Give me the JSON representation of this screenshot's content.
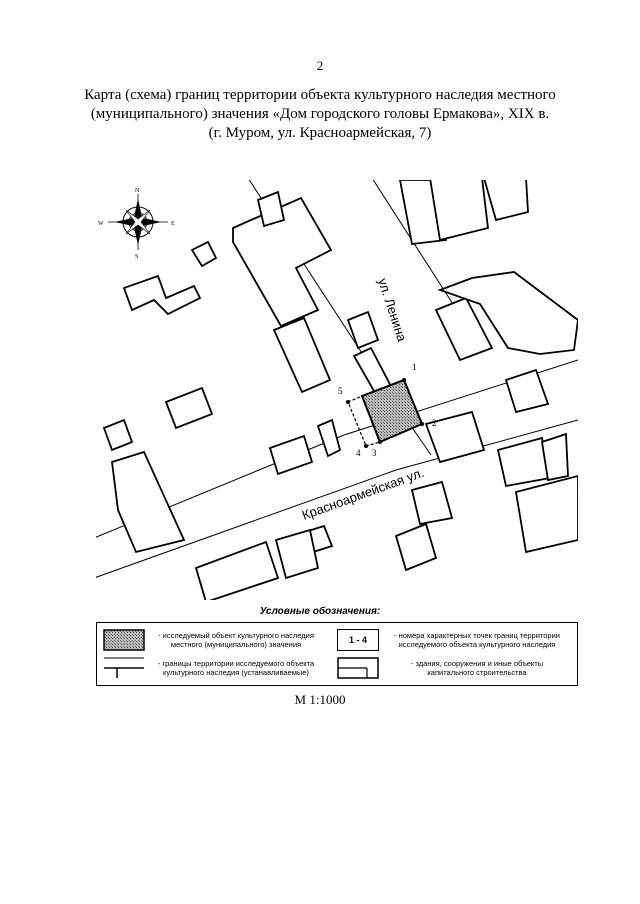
{
  "page": {
    "number": "2"
  },
  "title": {
    "line1": "Карта (схема) границ территории объекта культурного наследия местного",
    "line2": "(муниципального) значения «Дом городского головы Ермакова», XIX в.",
    "line3": "(г. Муром,  ул. Красноармейская, 7)"
  },
  "map": {
    "streets": {
      "lenina": "ул. Ленина",
      "krasnoarmeyskaya": "Красноармейская ул."
    },
    "points": [
      "1",
      "2",
      "3",
      "4",
      "5"
    ],
    "compass": {
      "north": "N",
      "west": "W",
      "east": "E",
      "south": "S"
    },
    "colors": {
      "object_fill": "#9a9a9a",
      "lines": "#000000"
    }
  },
  "legend": {
    "title": "Условные обозначения:",
    "items": {
      "object": "- исследуемый объект культурного наследия местного (муниципального) значения",
      "points_sample": "1 - 4",
      "points": "- номера характерных точек границ территории исследуемого объекта культурного наследия",
      "boundary": "- границы  территории  исследуемого  объекта культурного наследия (устанавливаемые)",
      "buildings": "- здания, сооружения и иные объекты капитального строительства"
    }
  },
  "scale": "М 1:1000"
}
